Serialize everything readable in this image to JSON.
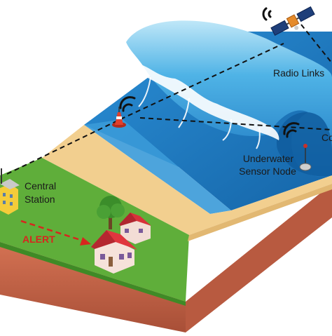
{
  "labels": {
    "radio_links": "Radio Links",
    "central_station_line1": "Central",
    "central_station_line2": "Station",
    "underwater_line1": "Underwater",
    "underwater_line2": "Sensor Node",
    "alert": "ALERT",
    "partial_right": "Co"
  },
  "colors": {
    "grass": "#5fae3a",
    "sand": "#f2cf8f",
    "sea": "#1f7fc4",
    "wave": "#3aa3dc",
    "soil": "#c8664a",
    "alert": "#d7261e",
    "link": "#111111"
  },
  "icons": [
    "satellite-icon",
    "wifi-icon",
    "buoy-icon",
    "house-icon",
    "tree-icon",
    "sensor-node-icon",
    "central-station-icon"
  ]
}
